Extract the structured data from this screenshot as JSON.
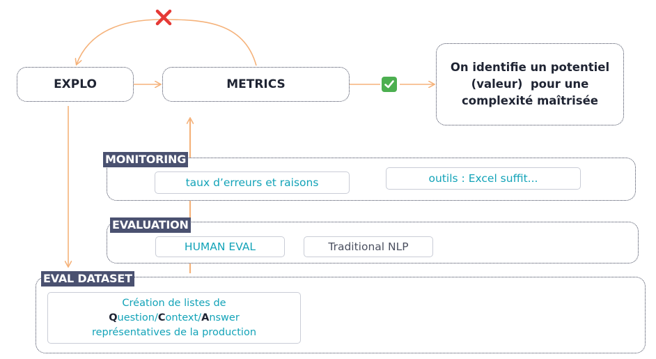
{
  "nodes": {
    "explo": "EXPLO",
    "metrics": "METRICS",
    "outcome": [
      "On identifie un potentiel",
      "(valeur)  pour une",
      "complexité maîtrisée"
    ]
  },
  "sections": {
    "monitoring": {
      "label": "MONITORING",
      "pills": [
        "taux d’erreurs et raisons",
        "outils : Excel suffit..."
      ]
    },
    "evaluation": {
      "label": "EVALUATION",
      "pills": [
        "HUMAN EVAL",
        "Traditional NLP"
      ]
    },
    "eval_dataset": {
      "label": "EVAL DATASET",
      "card": {
        "line1": "Création de listes de",
        "line2": {
          "q_bold": "Q",
          "q_rest": "uestion/",
          "c_bold": "C",
          "c_rest": "ontext/",
          "a_bold": "A",
          "a_rest": "nswer"
        },
        "line3": "représentatives de la production"
      }
    }
  },
  "icons": {
    "reject": "red-cross-icon",
    "accept": "green-check-icon"
  },
  "colors": {
    "arrow": "#f5b27a",
    "label_bg": "#4a5170",
    "teal_text": "#13a3b8",
    "cross": "#e53935",
    "check": "#4caf50"
  }
}
